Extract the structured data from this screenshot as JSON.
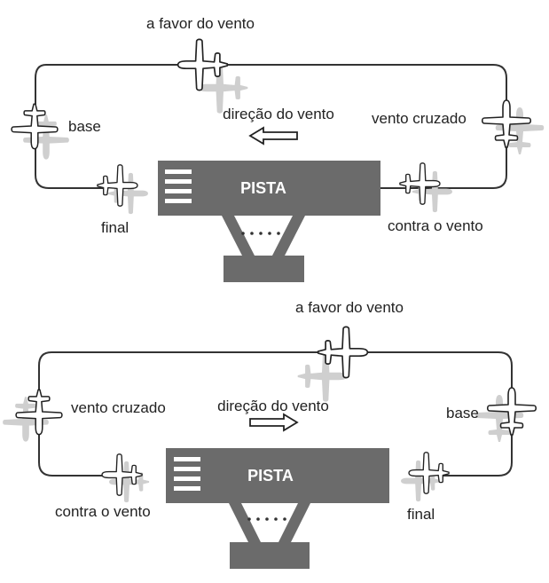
{
  "diagrams": [
    {
      "runway_label": "PISTA",
      "wind_label": "direção do vento",
      "labels": {
        "downwind": "a favor do vento",
        "base": "base",
        "final": "final",
        "crosswind": "vento cruzado",
        "upwind": "contra o vento"
      }
    },
    {
      "runway_label": "PISTA",
      "wind_label": "direção do vento",
      "labels": {
        "downwind": "a favor do vento",
        "crosswind": "vento cruzado",
        "base": "base",
        "upwind": "contra o vento",
        "final": "final"
      }
    }
  ]
}
